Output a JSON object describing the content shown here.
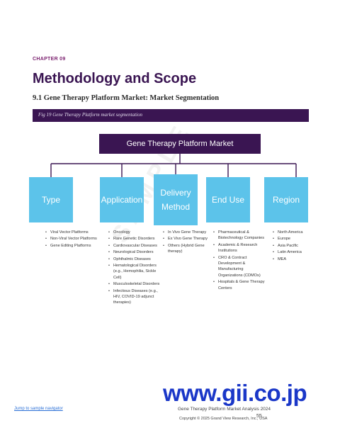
{
  "header": {
    "chapter": "CHAPTER 09",
    "title": "Methodology and Scope",
    "section": "9.1 Gene Therapy Platform Market: Market Segmentation"
  },
  "figure": {
    "caption": "Fig 19  Gene Therapy Platform market segmentation",
    "root": "Gene Therapy Platform Market",
    "categories": [
      {
        "label": "Type",
        "items": [
          "Viral Vector Platforms",
          "Non-Viral Vector Platforms",
          "Gene Editing Platforms"
        ]
      },
      {
        "label": "Application",
        "items": [
          "Oncology",
          "Rare Genetic Disorders",
          "Cardiovascular Diseases",
          "Neurological Disorders",
          "Ophthalmic Diseases",
          "Hematological Disorders (e.g., Hemophilia, Sickle Cell)",
          "Musculoskeletal Disorders",
          "Infectious Diseases (e.g., HIV, COVID-19 adjunct therapies)"
        ]
      },
      {
        "label": "Delivery Method",
        "items": [
          "In Vivo Gene Therapy",
          "Ex Vivo Gene Therapy",
          "Others (Hybrid Gene therapy)"
        ]
      },
      {
        "label": "End Use",
        "items": [
          "Pharmaceutical & Biotechnology Companies",
          "Academic & Research Institutions",
          "CRO & Contract Development & Manufacturing Organizations (CDMOs)",
          "Hospitals & Gene Therapy Centers"
        ]
      },
      {
        "label": "Region",
        "items": [
          "North America",
          "Europe",
          "Asia Pacific",
          "Latin America",
          "MEA"
        ]
      }
    ]
  },
  "footer": {
    "link": "Jump to sample navigator",
    "report": "Gene Therapy Platform Market Analysis 2024",
    "copyright": "Copyright © 2025 Grand View Research, Inc., USA",
    "page": "55"
  },
  "branding": {
    "watermark_url": "www.gii.co.jp"
  },
  "colors": {
    "primary": "#3a1552",
    "category_box": "#5cc3ea",
    "chapter": "#7a1f6e",
    "gii_blue": "#1a37c8"
  }
}
